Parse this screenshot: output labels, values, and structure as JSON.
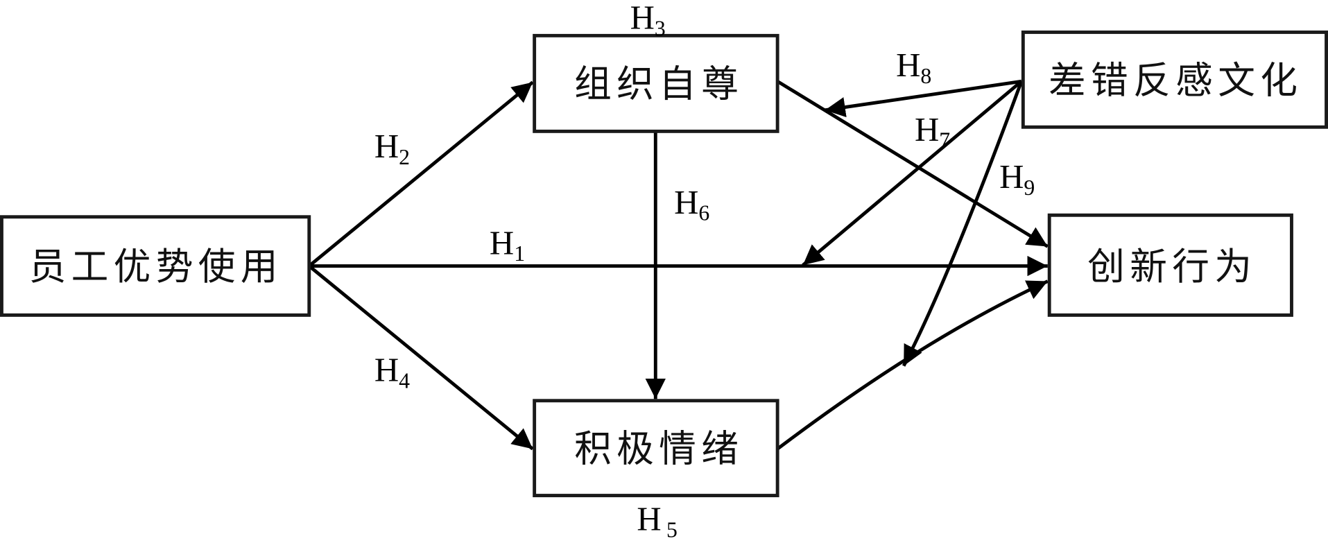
{
  "diagram": {
    "type": "research-model",
    "nodes": [
      {
        "id": "strength_use",
        "label": "员工优势使用"
      },
      {
        "id": "org_self_esteem",
        "label": "组织自尊"
      },
      {
        "id": "positive_emotion",
        "label": "积极情绪"
      },
      {
        "id": "error_aversion_culture",
        "label": "差错反感文化"
      },
      {
        "id": "innovation_behavior",
        "label": "创新行为"
      }
    ],
    "edges": [
      {
        "id": "H1",
        "letter": "H",
        "sub": "1",
        "from": "strength_use",
        "to": "innovation_behavior"
      },
      {
        "id": "H2",
        "letter": "H",
        "sub": "2",
        "from": "strength_use",
        "to": "org_self_esteem"
      },
      {
        "id": "H3",
        "letter": "H",
        "sub": "3",
        "from": "org_self_esteem",
        "to": "innovation_behavior"
      },
      {
        "id": "H4",
        "letter": "H",
        "sub": "4",
        "from": "strength_use",
        "to": "positive_emotion"
      },
      {
        "id": "H5",
        "letter": "H",
        "sub": "5",
        "from": "positive_emotion",
        "to": "innovation_behavior"
      },
      {
        "id": "H6",
        "letter": "H",
        "sub": "6",
        "from": "org_self_esteem",
        "to": "positive_emotion"
      },
      {
        "id": "H7",
        "letter": "H",
        "sub": "7",
        "from": "error_aversion_culture",
        "to": "edge:H1",
        "kind": "moderation"
      },
      {
        "id": "H8",
        "letter": "H",
        "sub": "8",
        "from": "error_aversion_culture",
        "to": "edge:H3",
        "kind": "moderation"
      },
      {
        "id": "H9",
        "letter": "H",
        "sub": "9",
        "from": "error_aversion_culture",
        "to": "edge:H5",
        "kind": "moderation"
      }
    ]
  }
}
